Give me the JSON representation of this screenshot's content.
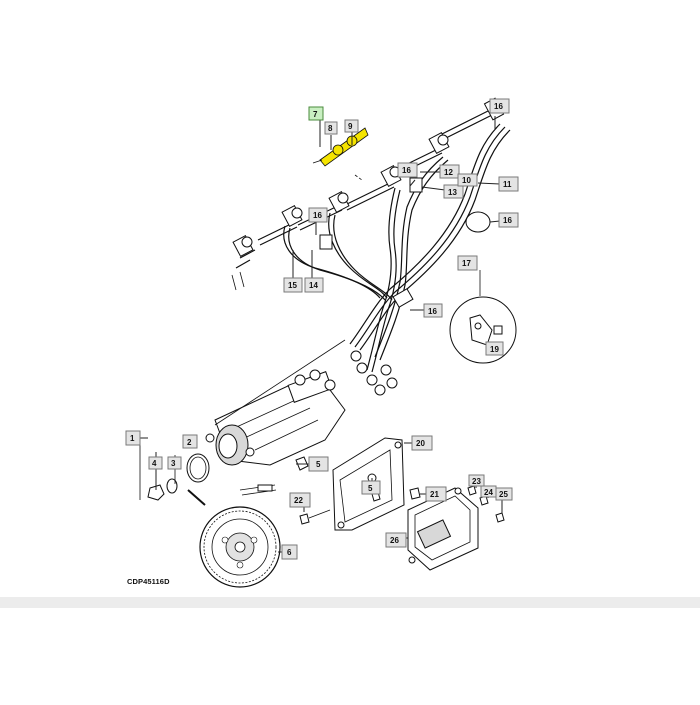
{
  "diagram": {
    "reference_code": "CDP45116D",
    "highlight_color": "#f5e400",
    "callout_fill": "#e4e4e4",
    "callout_highlight_fill": "#c9efc2",
    "callouts": [
      "7",
      "8",
      "9",
      "16",
      "12",
      "13",
      "10",
      "11",
      "16",
      "16",
      "17",
      "15",
      "14",
      "16",
      "19",
      "1",
      "2",
      "4",
      "3",
      "5",
      "20",
      "22",
      "21",
      "23",
      "24",
      "25",
      "26",
      "6"
    ]
  }
}
